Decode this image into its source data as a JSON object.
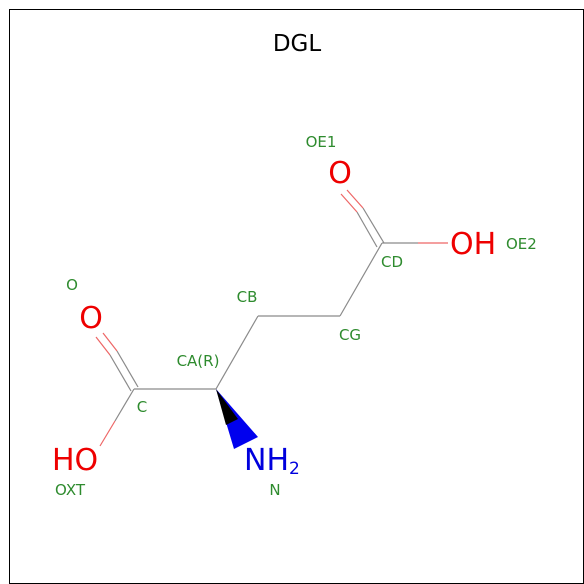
{
  "title": "DGL",
  "colors": {
    "bond": "#8a8a8a",
    "oxygen": "#ee0000",
    "nitrogen": "#0000dd",
    "label": "#2e8b2e",
    "wedge": "#0000ee",
    "frame": "#000000"
  },
  "atom_names": {
    "oe1": "OE1",
    "oe2": "OE2",
    "cd": "CD",
    "cb": "CB",
    "cg": "CG",
    "ca": "CA(R)",
    "c": "C",
    "o": "O",
    "oxt": "OXT",
    "n": "N"
  },
  "atoms": {
    "oe1_symbol": "O",
    "oe2_symbol": "OH",
    "o_symbol": "O",
    "oxt_symbol": "HO",
    "n_symbol": "NH",
    "n_subscript": "2"
  }
}
